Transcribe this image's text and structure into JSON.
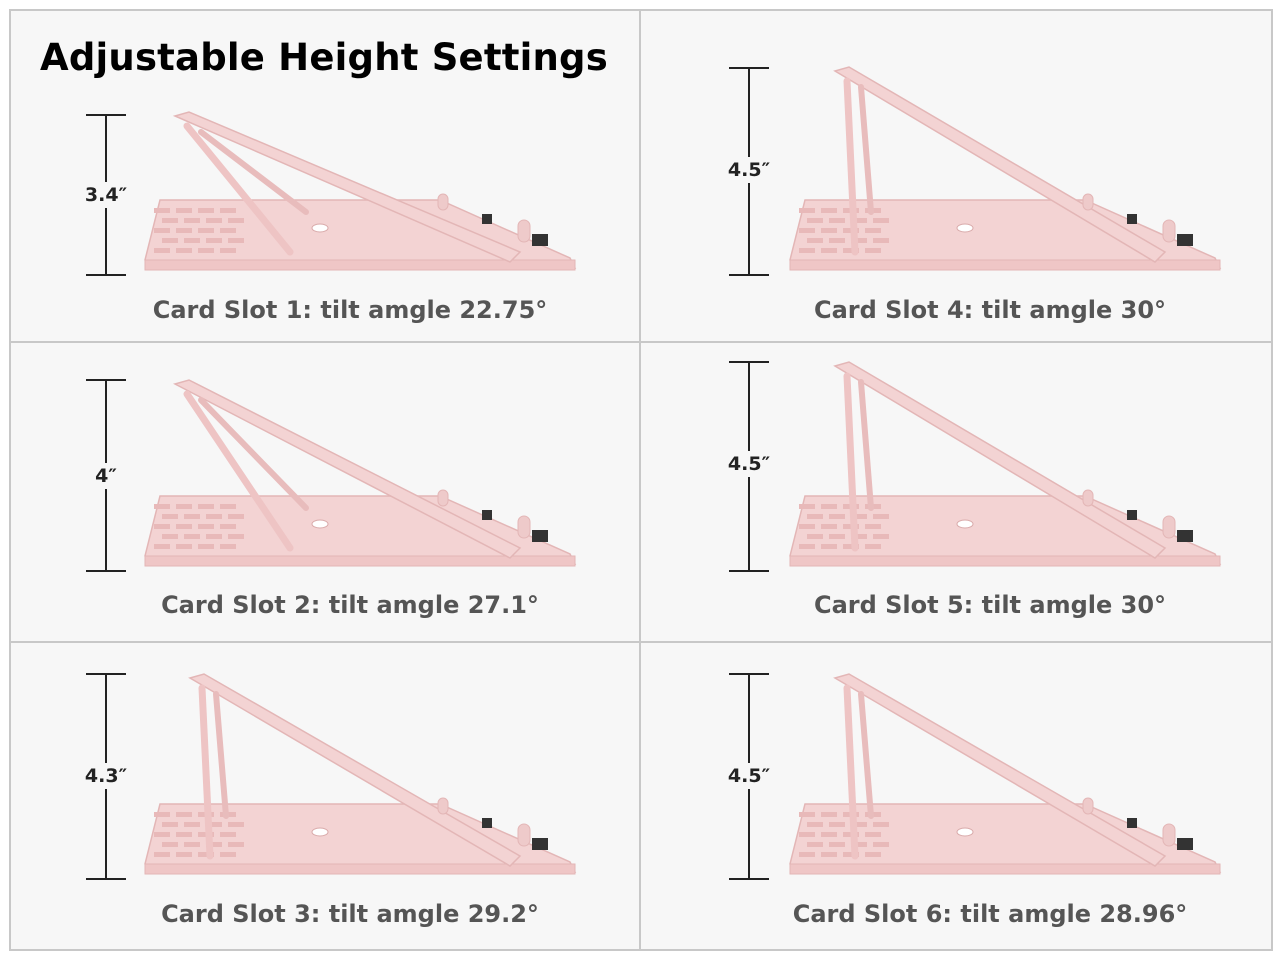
{
  "title": "Adjustable Height Settings",
  "colors": {
    "stand_fill": "#f3d3d3",
    "stand_edge": "#e3b6b6",
    "background": "#f7f7f7",
    "grid_line": "#c8c8c8",
    "caption_text": "#555555"
  },
  "slots": [
    {
      "caption": "Card Slot 1: tilt amgle 22.75°",
      "height": "3.4″"
    },
    {
      "caption": "Card Slot 4: tilt amgle 30°",
      "height": "4.5″"
    },
    {
      "caption": "Card Slot 2: tilt amgle 27.1°",
      "height": "4″"
    },
    {
      "caption": "Card Slot 5: tilt amgle 30°",
      "height": "4.5″"
    },
    {
      "caption": "Card Slot 3: tilt amgle 29.2°",
      "height": "4.3″"
    },
    {
      "caption": "Card Slot 6: tilt amgle 28.96°",
      "height": "4.5″"
    }
  ]
}
